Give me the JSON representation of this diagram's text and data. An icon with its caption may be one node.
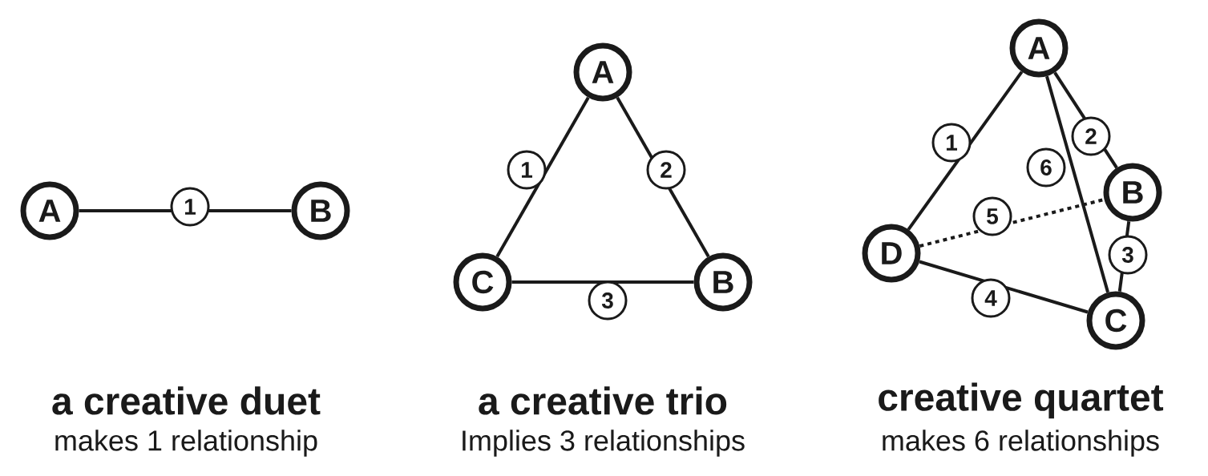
{
  "diagram": {
    "nodes": [
      {
        "text": [
          "A"
        ]
      },
      {
        "text": [
          "B"
        ]
      },
      {
        "text": [
          "A"
        ]
      },
      {
        "text": [
          "B"
        ]
      },
      {
        "text": [
          "C"
        ]
      },
      {
        "text": [
          "A"
        ]
      },
      {
        "text": [
          "B"
        ]
      },
      {
        "text": [
          "C"
        ]
      },
      {
        "text": [
          "D"
        ]
      }
    ],
    "edges": [
      {
        "from": 0,
        "to": 1,
        "arrow": "none",
        "label": "1"
      },
      {
        "from": 2,
        "to": 4,
        "arrow": "none",
        "label": "1"
      },
      {
        "from": 2,
        "to": 3,
        "arrow": "none",
        "label": "2"
      },
      {
        "from": 4,
        "to": 3,
        "arrow": "none",
        "label": "3"
      },
      {
        "from": 5,
        "to": 8,
        "arrow": "none",
        "label": "1"
      },
      {
        "from": 5,
        "to": 6,
        "arrow": "none",
        "label": "2"
      },
      {
        "from": 6,
        "to": 7,
        "arrow": "none",
        "label": "3"
      },
      {
        "from": 8,
        "to": 7,
        "arrow": "none",
        "label": "4"
      },
      {
        "from": 8,
        "to": 6,
        "arrow": "none",
        "label": "5",
        "style": "dashed"
      },
      {
        "from": 5,
        "to": 7,
        "arrow": "none",
        "label": "6"
      }
    ],
    "labels": [
      "a creative duet",
      "makes 1 relationship",
      "a creative trio",
      "Implies 3 relationships",
      "creative quartet",
      "makes 6 relationships"
    ]
  }
}
